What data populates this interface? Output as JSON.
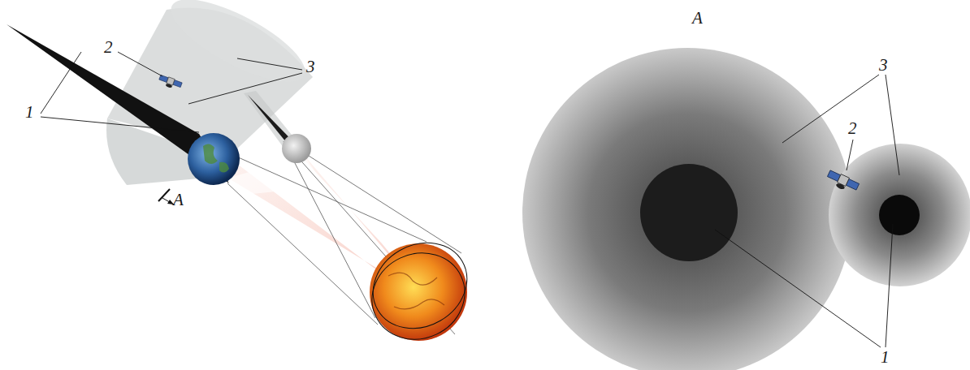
{
  "diagram": {
    "labels": [
      "2",
      "3",
      "1",
      "A",
      "A",
      "3",
      "2",
      "1"
    ]
  }
}
